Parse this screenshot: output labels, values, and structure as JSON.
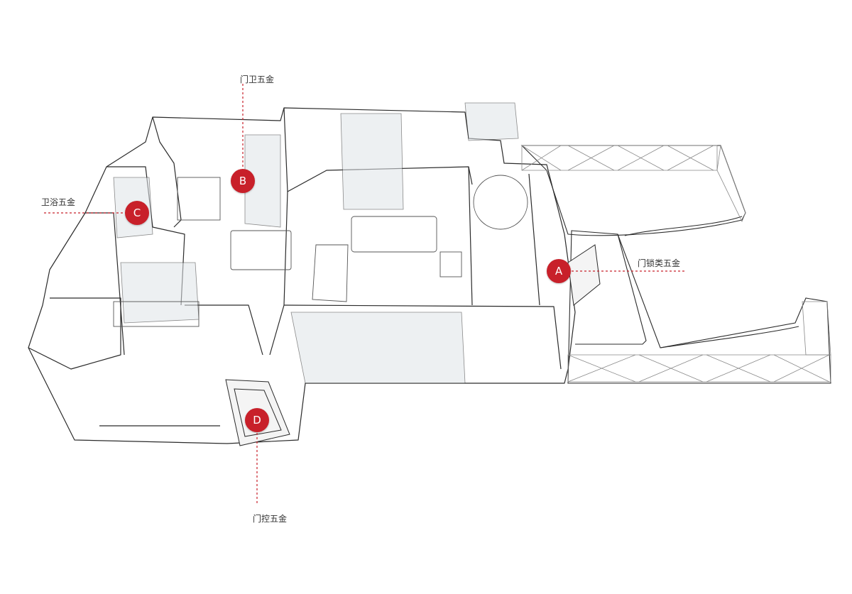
{
  "colors": {
    "accent": "#c8202a",
    "line": "#2b2b2b",
    "glass": "#dfe4e8"
  },
  "callouts": {
    "a": {
      "marker": "A",
      "label": "门锁类五金"
    },
    "b": {
      "marker": "B",
      "label": "门卫五金"
    },
    "c": {
      "marker": "C",
      "label": "卫浴五金"
    },
    "d": {
      "marker": "D",
      "label": "门控五金"
    }
  }
}
